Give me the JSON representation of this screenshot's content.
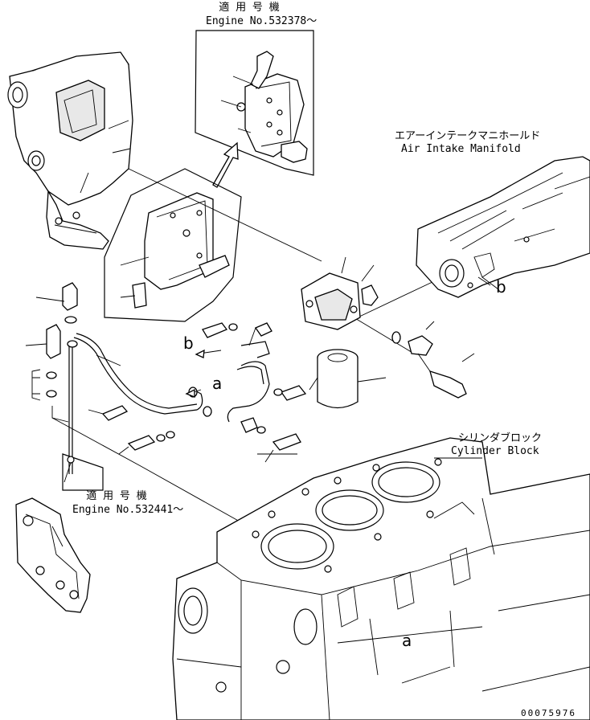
{
  "labels": {
    "upper_variant": {
      "jp": "適 用 号 機",
      "en": "Engine No.532378～"
    },
    "lower_variant": {
      "jp": "適 用 号 機",
      "en": "Engine No.532441～"
    },
    "air_intake": {
      "jp": "エアーインテークマニホールド",
      "en": "Air Intake Manifold"
    },
    "cylinder_block": {
      "jp": "シリンダブロック",
      "en": "Cylinder Block"
    },
    "callout_a": "a",
    "callout_b": "b",
    "drawing_number": "00075976"
  }
}
